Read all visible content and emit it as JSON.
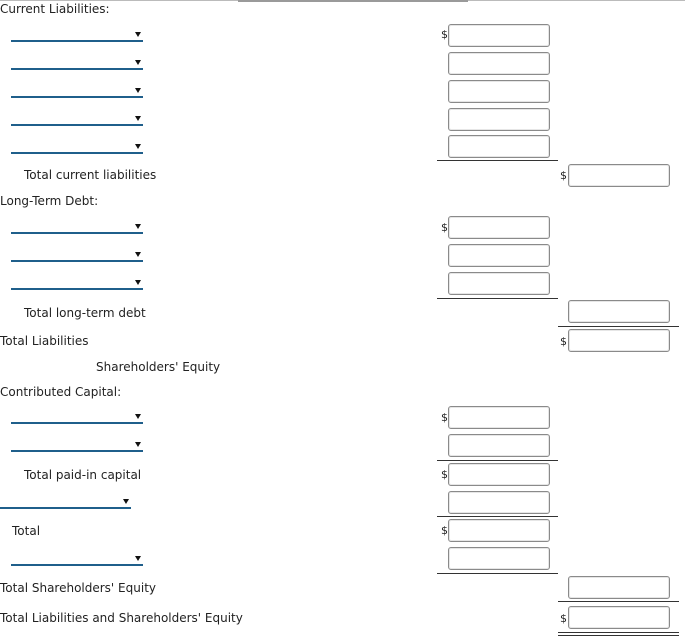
{
  "sections": {
    "current_liabilities": "Current Liabilities:",
    "total_current_liabilities": "Total current liabilities",
    "long_term_debt": "Long-Term Debt:",
    "total_long_term_debt": "Total long-term debt",
    "total_liabilities": "Total Liabilities",
    "shareholders_equity": "Shareholders' Equity",
    "contributed_capital": "Contributed Capital:",
    "total_paid_in_capital": "Total paid-in capital",
    "total": "Total",
    "total_shareholders_equity": "Total Shareholders' Equity",
    "total_liabilities_and_equity": "Total Liabilities and Shareholders' Equity"
  },
  "currency_symbol": "$",
  "dropdown_selected": "",
  "input_value": ""
}
